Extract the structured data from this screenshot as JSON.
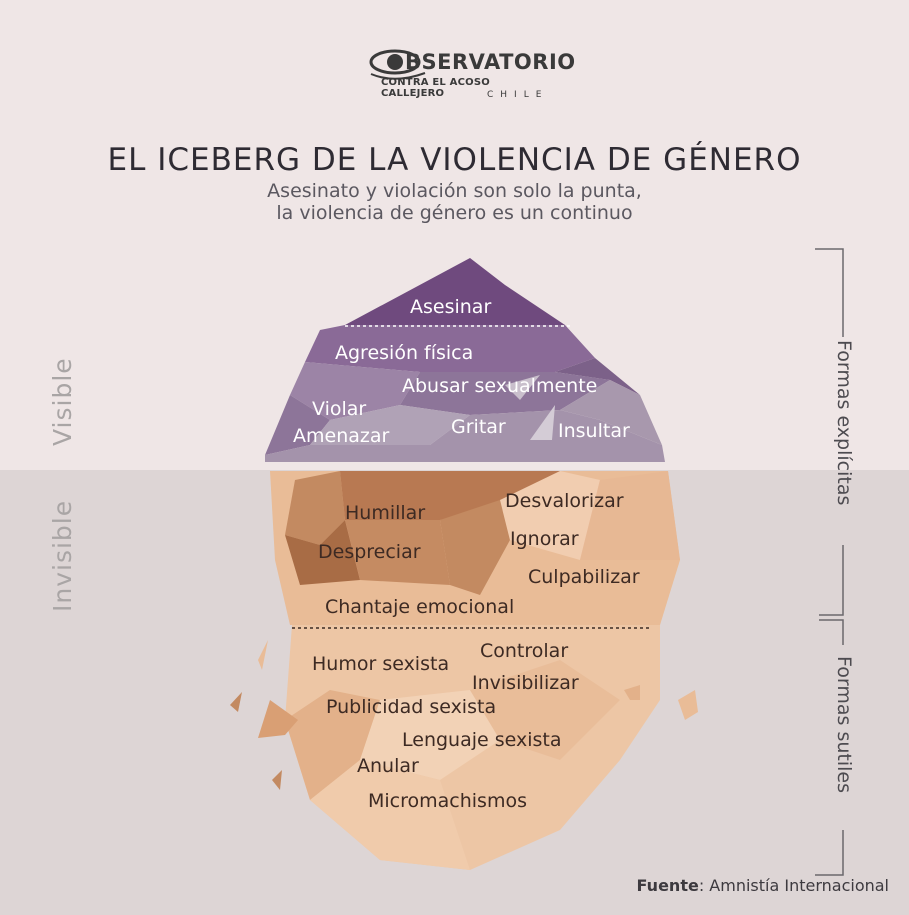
{
  "logo": {
    "title": "BSERVATORIO",
    "subtitle": "CONTRA EL ACOSO CALLEJERO",
    "country": "CHILE"
  },
  "title": "EL ICEBERG DE LA VIOLENCIA DE GÉNERO",
  "subtitle_line1": "Asesinato y violación son solo la punta,",
  "subtitle_line2": "la violencia de género es un continuo",
  "sections": {
    "visible": "Visible",
    "invisible": "Invisible"
  },
  "forms": {
    "explicit": "Formas explícitas",
    "subtle": "Formas sutiles"
  },
  "visible_words": {
    "asesinar": "Asesinar",
    "agresion": "Agresión física",
    "abusar": "Abusar sexualmente",
    "violar": "Violar",
    "amenazar": "Amenazar",
    "gritar": "Gritar",
    "insultar": "Insultar"
  },
  "invisible_words": {
    "humillar": "Humillar",
    "desvalorizar": "Desvalorizar",
    "despreciar": "Despreciar",
    "ignorar": "Ignorar",
    "culpabilizar": "Culpabilizar",
    "chantaje": "Chantaje emocional",
    "controlar": "Controlar",
    "humor": "Humor sexista",
    "invisibilizar": "Invisibilizar",
    "publicidad": "Publicidad sexista",
    "lenguaje": "Lenguaje sexista",
    "anular": "Anular",
    "micromachismos": "Micromachismos"
  },
  "source": {
    "label": "Fuente",
    "value": ": Amnistía Internacional"
  },
  "colors": {
    "purple_dark": "#6f4a7e",
    "purple_mid": "#8e7199",
    "purple_light": "#a898ad",
    "brown": "#a86c45",
    "peach": "#eec7a6",
    "peach_light": "#f3d6bd"
  }
}
